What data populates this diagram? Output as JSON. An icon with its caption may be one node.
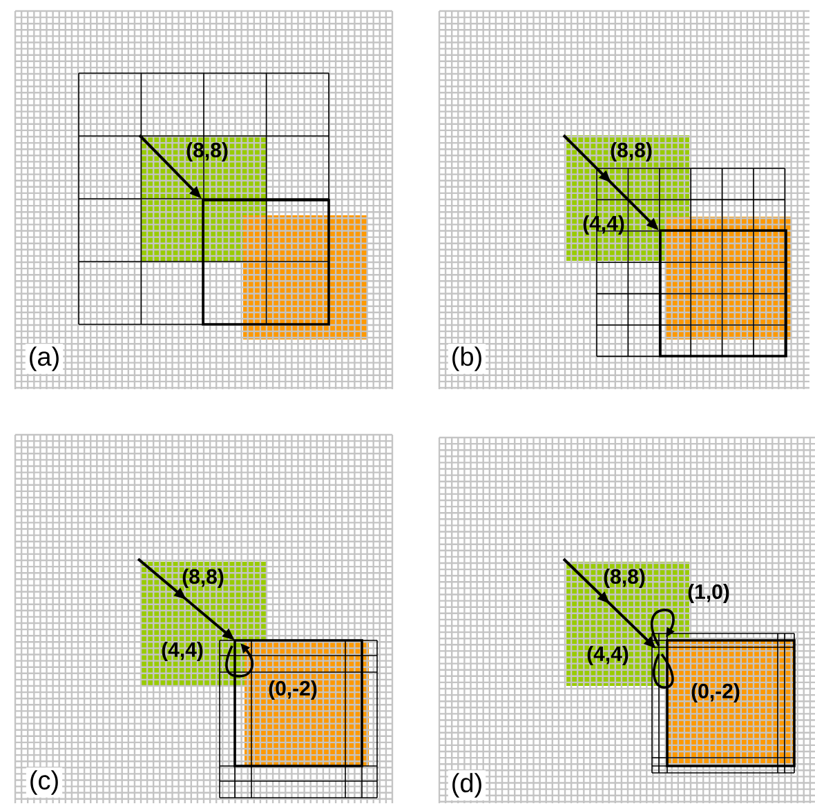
{
  "diagram": {
    "labels": [
      "(8,8)",
      "(a)",
      "(8,8)",
      "(4,4)",
      "(b)",
      "(8,8)",
      "(4,4)",
      "(0,-2)",
      "(c)",
      "(8,8)",
      "(1,0)",
      "(4,4)",
      "(0,-2)",
      "(d)"
    ]
  }
}
